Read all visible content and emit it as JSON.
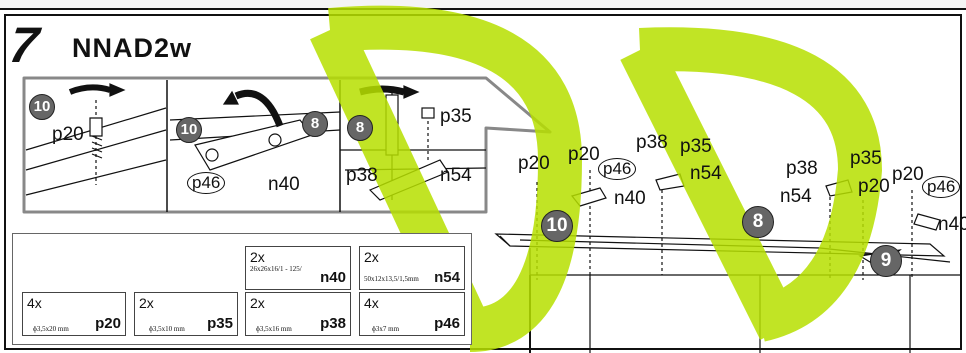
{
  "step": {
    "number": "7",
    "title": "NNAD2w"
  },
  "detail_panels": {
    "panel1": {
      "badge": "10",
      "screw_label": "p20"
    },
    "panel2": {
      "badge_left": "10",
      "badge_right": "8",
      "circled_label": "p46",
      "part_label": "n40"
    },
    "panel3": {
      "badge": "8",
      "label_top": "p35",
      "label_left": "p38",
      "label_right": "n54"
    }
  },
  "main_assembly": {
    "labels": {
      "p20_a": "p20",
      "p20_b": "p20",
      "p46_a": "p46",
      "n40_a": "n40",
      "p38_a": "p38",
      "p35_a": "p35",
      "n54_a": "n54",
      "p38_b": "p38",
      "p35_b": "p35",
      "n54_b": "n54",
      "p20_c": "p20",
      "p20_d": "p20",
      "p46_b": "p46",
      "n40_b": "n40"
    },
    "badges": {
      "left": "10",
      "middle": "8",
      "right": "9"
    }
  },
  "parts": {
    "n40": {
      "qty": "2x",
      "dims": "26x26x16/1 - 125/",
      "code": "n40"
    },
    "n54": {
      "qty": "2x",
      "dims": "50x12x13,5/1,5mm",
      "code": "n54"
    },
    "p20": {
      "qty": "4x",
      "dims": "ɸ3,5x20 mm",
      "code": "p20"
    },
    "p35": {
      "qty": "2x",
      "dims": "ɸ3,5x10 mm",
      "code": "p35"
    },
    "p38": {
      "qty": "2x",
      "dims": "ɸ3,5x16 mm",
      "code": "p38"
    },
    "p46": {
      "qty": "4x",
      "dims": "ɸ3x7 mm",
      "code": "p46"
    }
  },
  "colors": {
    "watermark": "#b7e000",
    "badge": "#666666",
    "line": "#111111"
  }
}
